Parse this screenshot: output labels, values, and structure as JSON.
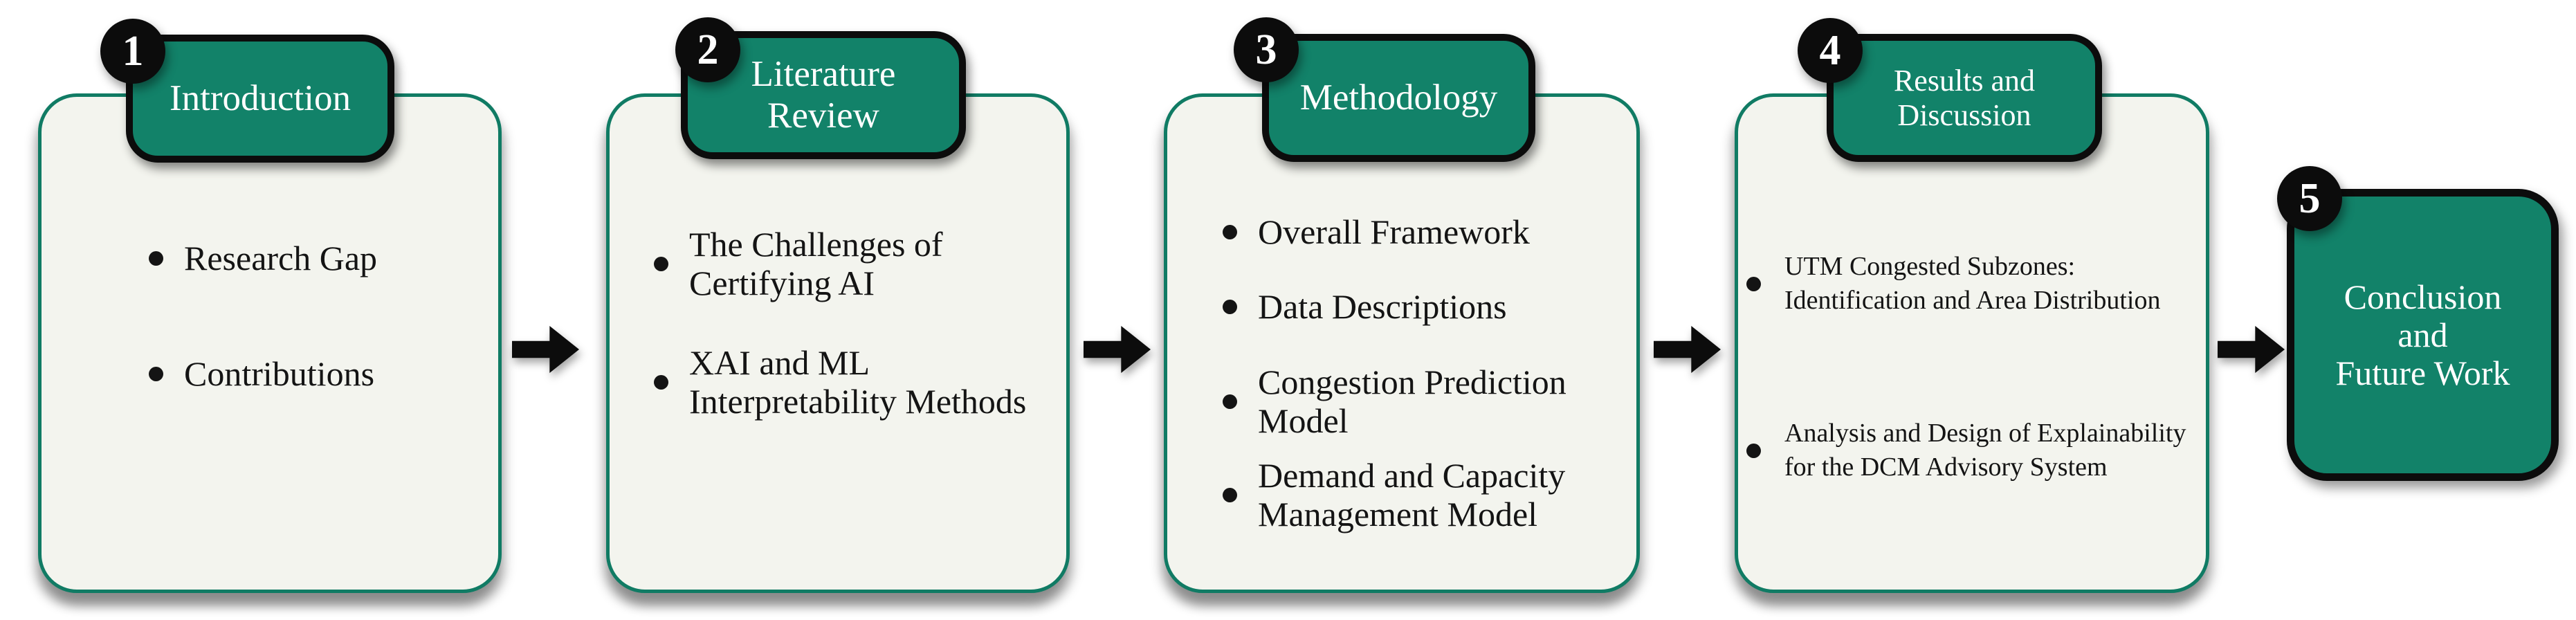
{
  "colors": {
    "green": "#128269",
    "card-bg": "#f3f4ee",
    "card-border": "#107b64",
    "ink": "#0c0c0c",
    "text": "#141414",
    "page-bg": "#ffffff"
  },
  "icons": {
    "flow_arrow": "arrow-right"
  },
  "sections": [
    {
      "number": "1",
      "title": "Introduction",
      "bullets": [
        "Research Gap",
        "Contributions"
      ]
    },
    {
      "number": "2",
      "title": "Literature\nReview",
      "bullets": [
        "The Challenges of\nCertifying AI",
        "XAI and ML\nInterpretability Methods"
      ]
    },
    {
      "number": "3",
      "title": "Methodology",
      "bullets": [
        "Overall Framework",
        "Data Descriptions",
        "Congestion Prediction\nModel",
        "Demand and Capacity\nManagement Model"
      ]
    },
    {
      "number": "4",
      "title": "Results and\nDiscussion",
      "bullets": [
        "UTM Congested Subzones:\nIdentification and Area Distribution",
        "Analysis and Design of Explainability\nfor the DCM Advisory System"
      ]
    },
    {
      "number": "5",
      "title": "Conclusion\nand\nFuture Work",
      "bullets": []
    }
  ]
}
